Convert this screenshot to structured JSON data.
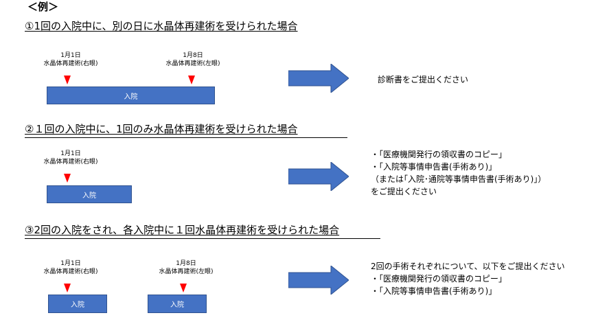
{
  "heading": "＜例＞",
  "colors": {
    "bar": "#4472c4",
    "marker": "#ff0000",
    "arrow": "#4472c4"
  },
  "cases": [
    {
      "title": "①1回の入院中に、別の日に水晶体再建術を受けられた場合",
      "surgeries": [
        {
          "date": "1月1日",
          "label": "水晶体再建術(右眼)"
        },
        {
          "date": "1月8日",
          "label": "水晶体再建術(左眼)"
        }
      ],
      "bars": [
        {
          "label": "入院"
        }
      ],
      "result_lines": [
        "診断書をご提出ください"
      ]
    },
    {
      "title": "②１回の入院中に、1回のみ水晶体再建術を受けられた場合",
      "surgeries": [
        {
          "date": "1月1日",
          "label": "水晶体再建術(右眼)"
        }
      ],
      "bars": [
        {
          "label": "入院"
        }
      ],
      "result_lines": [
        "・｢医療機関発行の領収書のコピー｣",
        "・｢入院等事情申告書(手術あり)｣",
        "（または｢入院･通院等事情申告書(手術あり)｣）",
        "をご提出ください"
      ]
    },
    {
      "title": "③2回の入院をされ、各入院中に１回水晶体再建術を受けられた場合",
      "surgeries": [
        {
          "date": "1月1日",
          "label": "水晶体再建術(右眼)"
        },
        {
          "date": "1月8日",
          "label": "水晶体再建術(左眼)"
        }
      ],
      "bars": [
        {
          "label": "入院"
        },
        {
          "label": "入院"
        }
      ],
      "result_lines": [
        "2回の手術それぞれについて、以下をご提出ください",
        "・｢医療機関発行の領収書のコピー｣",
        "・｢入院等事情申告書(手術あり)｣"
      ]
    }
  ]
}
